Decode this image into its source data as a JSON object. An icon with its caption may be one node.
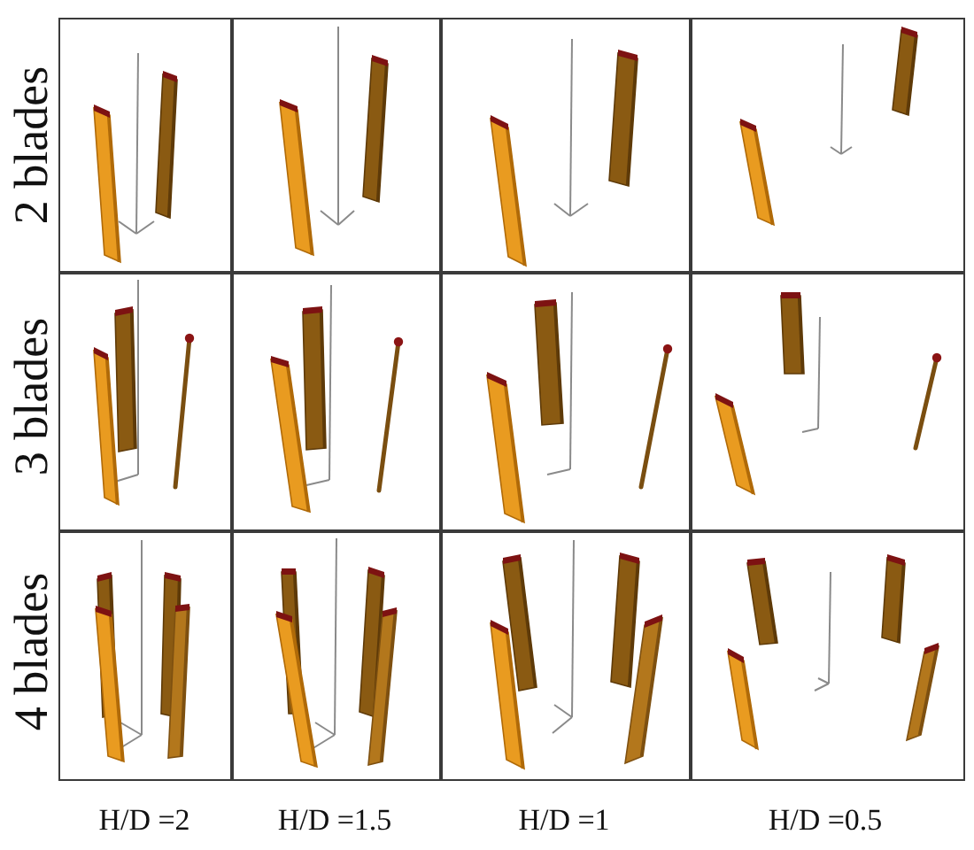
{
  "diagram": {
    "labels": [
      "2 blades",
      "3 blades",
      "4 blades",
      "H/D =2",
      "H/D =1.5",
      "H/D =1",
      "H/D =0.5"
    ]
  }
}
